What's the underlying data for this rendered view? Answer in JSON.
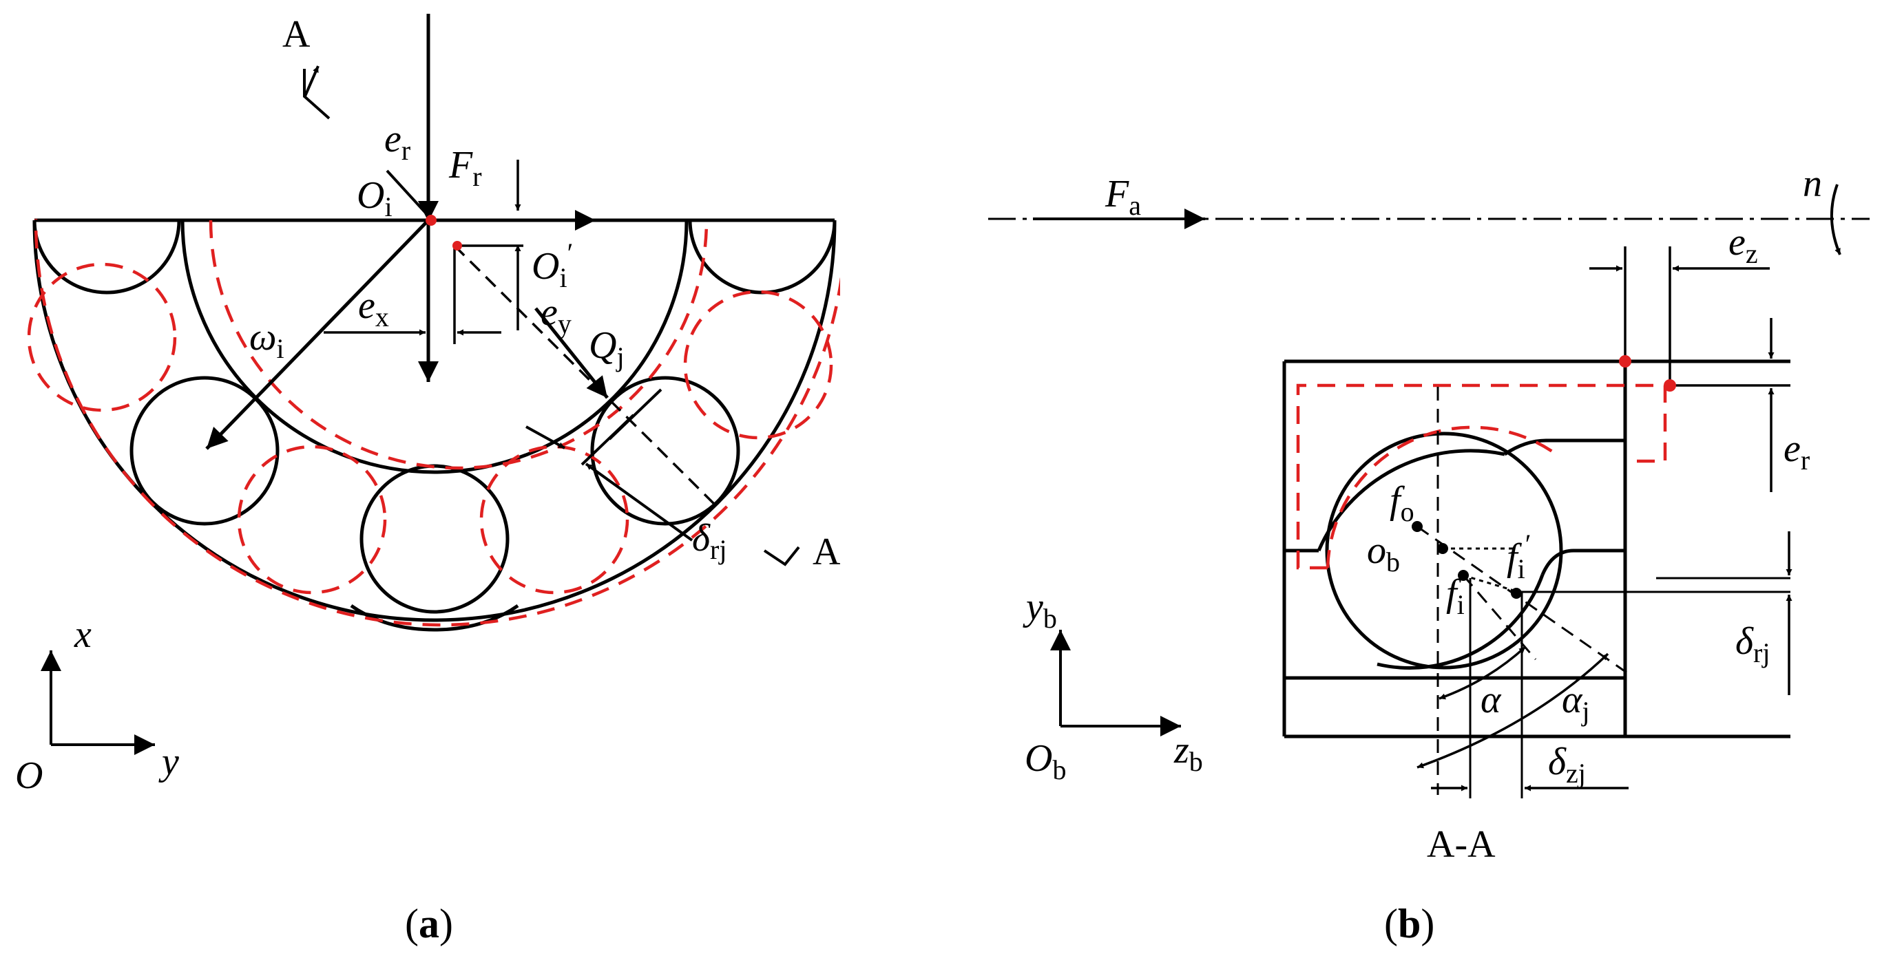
{
  "colors": {
    "line": "#000000",
    "deformed": "#e02020",
    "background": "#ffffff"
  },
  "panel_a": {
    "section_mark_top": "A",
    "section_mark_bottom": "A",
    "e_r": {
      "base": "e",
      "sub": "r"
    },
    "F_r": {
      "base": "F",
      "sub": "r"
    },
    "O_i": {
      "base": "O",
      "sub": "i"
    },
    "O_i_prime": {
      "base": "O",
      "sub": "i",
      "prime": "′"
    },
    "e_x": {
      "base": "e",
      "sub": "x"
    },
    "e_y": {
      "base": "e",
      "sub": "y"
    },
    "omega_i": {
      "base": "ω",
      "sub": "i"
    },
    "Q_j": {
      "base": "Q",
      "sub": "j"
    },
    "delta_rj": {
      "base": "δ",
      "sub": "rj"
    },
    "axis_x": "x",
    "axis_y": "y",
    "origin": "O",
    "caption": {
      "open": "(",
      "letter": "a",
      "close": ")"
    }
  },
  "panel_b": {
    "F_a": {
      "base": "F",
      "sub": "a"
    },
    "n": "n",
    "e_z": {
      "base": "e",
      "sub": "z"
    },
    "e_r": {
      "base": "e",
      "sub": "r"
    },
    "f_o": {
      "base": "f",
      "sub": "o"
    },
    "o_b": {
      "base": "o",
      "sub": "b"
    },
    "f_i_prime": {
      "base": "f",
      "sub": "i",
      "prime": "′"
    },
    "f_i": {
      "base": "f",
      "sub": "i"
    },
    "delta_rj": {
      "base": "δ",
      "sub": "rj"
    },
    "alpha": "α",
    "alpha_j": {
      "base": "α",
      "sub": "j"
    },
    "delta_zj": {
      "base": "δ",
      "sub": "zj"
    },
    "y_b": {
      "base": "y",
      "sub": "b"
    },
    "z_b": {
      "base": "z",
      "sub": "b"
    },
    "O_b": {
      "base": "O",
      "sub": "b"
    },
    "section_label": "A-A",
    "caption": {
      "open": "(",
      "letter": "b",
      "close": ")"
    }
  }
}
